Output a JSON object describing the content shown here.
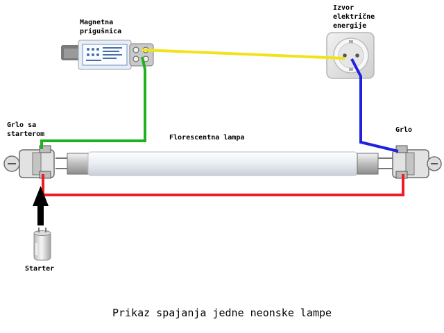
{
  "labels": {
    "ballast": [
      "Magnetna",
      "prigušnica"
    ],
    "source": [
      "Izvor",
      "električne",
      "energije"
    ],
    "holder_starter": [
      "Grlo sa",
      "starterom"
    ],
    "lamp": "Florescentna lampa",
    "holder": "Grlo",
    "starter": "Starter"
  },
  "caption": "Prikaz spajanja jedne neonske lampe",
  "colors": {
    "wire_yellow": "#f2e21a",
    "wire_green": "#1fb21f",
    "wire_blue": "#1f22dd",
    "wire_red": "#ee1c2a",
    "tube": "#eef1f5",
    "socket": "#e3e3e3",
    "arrow": "#000000"
  },
  "icons": [
    "ballast-icon",
    "wall-socket-icon",
    "lamp-holder-icon",
    "fluorescent-tube-icon",
    "starter-icon",
    "arrow-up-icon"
  ]
}
